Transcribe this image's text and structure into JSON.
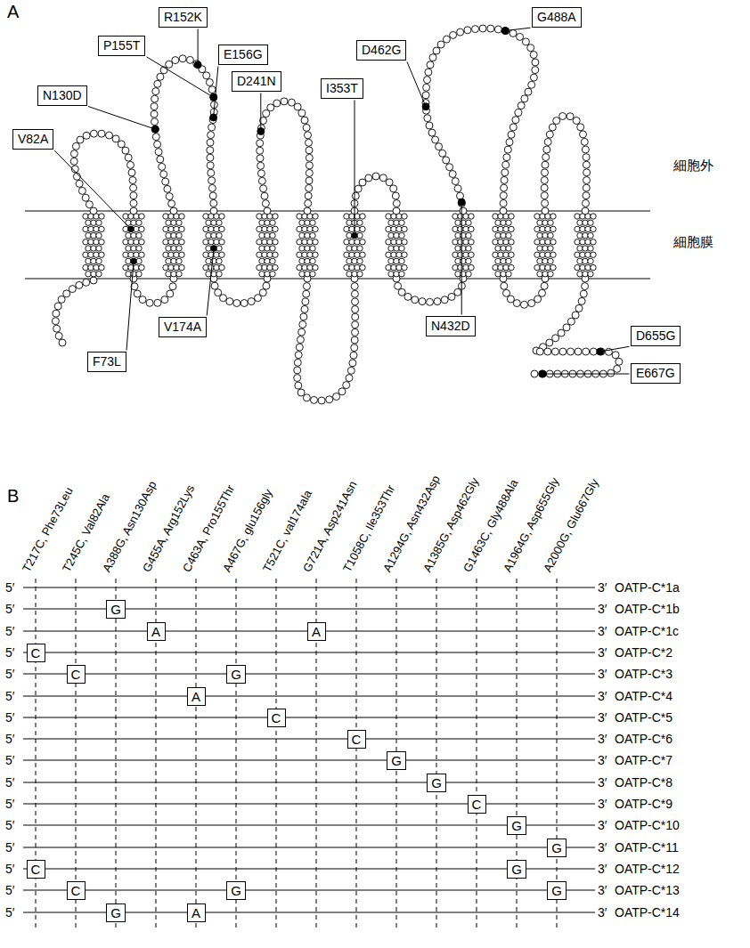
{
  "diagram": {
    "nodes": [
      {
        "text": [
          "R152K"
        ]
      },
      {
        "text": [
          "G488A"
        ]
      },
      {
        "text": [
          "P155T"
        ]
      },
      {
        "text": [
          "D462G"
        ]
      },
      {
        "text": [
          "E156G"
        ]
      },
      {
        "text": [
          "D241N"
        ]
      },
      {
        "text": [
          "I353T"
        ]
      },
      {
        "text": [
          "N130D"
        ]
      },
      {
        "text": [
          "V82A"
        ]
      },
      {
        "text": [
          "N432D"
        ]
      },
      {
        "text": [
          "V174A"
        ]
      },
      {
        "text": [
          "D655G"
        ]
      },
      {
        "text": [
          "F73L"
        ]
      },
      {
        "text": [
          "E667G"
        ]
      },
      {
        "text": [
          "G"
        ]
      },
      {
        "text": [
          "A"
        ]
      },
      {
        "text": [
          "A"
        ]
      },
      {
        "text": [
          "C"
        ]
      },
      {
        "text": [
          "C"
        ]
      },
      {
        "text": [
          "G"
        ]
      },
      {
        "text": [
          "A"
        ]
      },
      {
        "text": [
          "C"
        ]
      },
      {
        "text": [
          "C"
        ]
      },
      {
        "text": [
          "G"
        ]
      },
      {
        "text": [
          "G"
        ]
      },
      {
        "text": [
          "C"
        ]
      },
      {
        "text": [
          "G"
        ]
      },
      {
        "text": [
          "G"
        ]
      },
      {
        "text": [
          "C"
        ]
      },
      {
        "text": [
          "G"
        ]
      },
      {
        "text": [
          "C"
        ]
      },
      {
        "text": [
          "G"
        ]
      },
      {
        "text": [
          "G"
        ]
      },
      {
        "text": [
          "G"
        ]
      },
      {
        "text": [
          "A"
        ]
      }
    ],
    "labels": [
      "A",
      "細胞外",
      "細胞膜",
      "B",
      "T217C, Phe73Leu",
      "T245C, Val82Ala",
      "A388G, Asn130Asp",
      "G455A, Arg152Lys",
      "C463A, Pro155Thr",
      "A467G, glu156gly",
      "T521C, val174ala",
      "G721A, Asp241Asn",
      "T1058C, Ile353Thr",
      "A1294G, Asn432Asp",
      "A1385G, Asp462Gly",
      "G1463C, Gly488Ala",
      "A1964G, Asp655Gly",
      "A2000G, Glu667Gly",
      "5′",
      "3′",
      "OATP-C*1a",
      "5′",
      "3′",
      "OATP-C*1b",
      "5′",
      "3′",
      "OATP-C*1c",
      "5′",
      "3′",
      "OATP-C*2",
      "5′",
      "3′",
      "OATP-C*3",
      "5′",
      "3′",
      "OATP-C*4",
      "5′",
      "3′",
      "OATP-C*5",
      "5′",
      "3′",
      "OATP-C*6",
      "5′",
      "3′",
      "OATP-C*7",
      "5′",
      "3′",
      "OATP-C*8",
      "5′",
      "3′",
      "OATP-C*9",
      "5′",
      "3′",
      "OATP-C*10",
      "5′",
      "3′",
      "OATP-C*11",
      "5′",
      "3′",
      "OATP-C*12",
      "5′",
      "3′",
      "OATP-C*13",
      "5′",
      "3′",
      "OATP-C*14"
    ]
  }
}
